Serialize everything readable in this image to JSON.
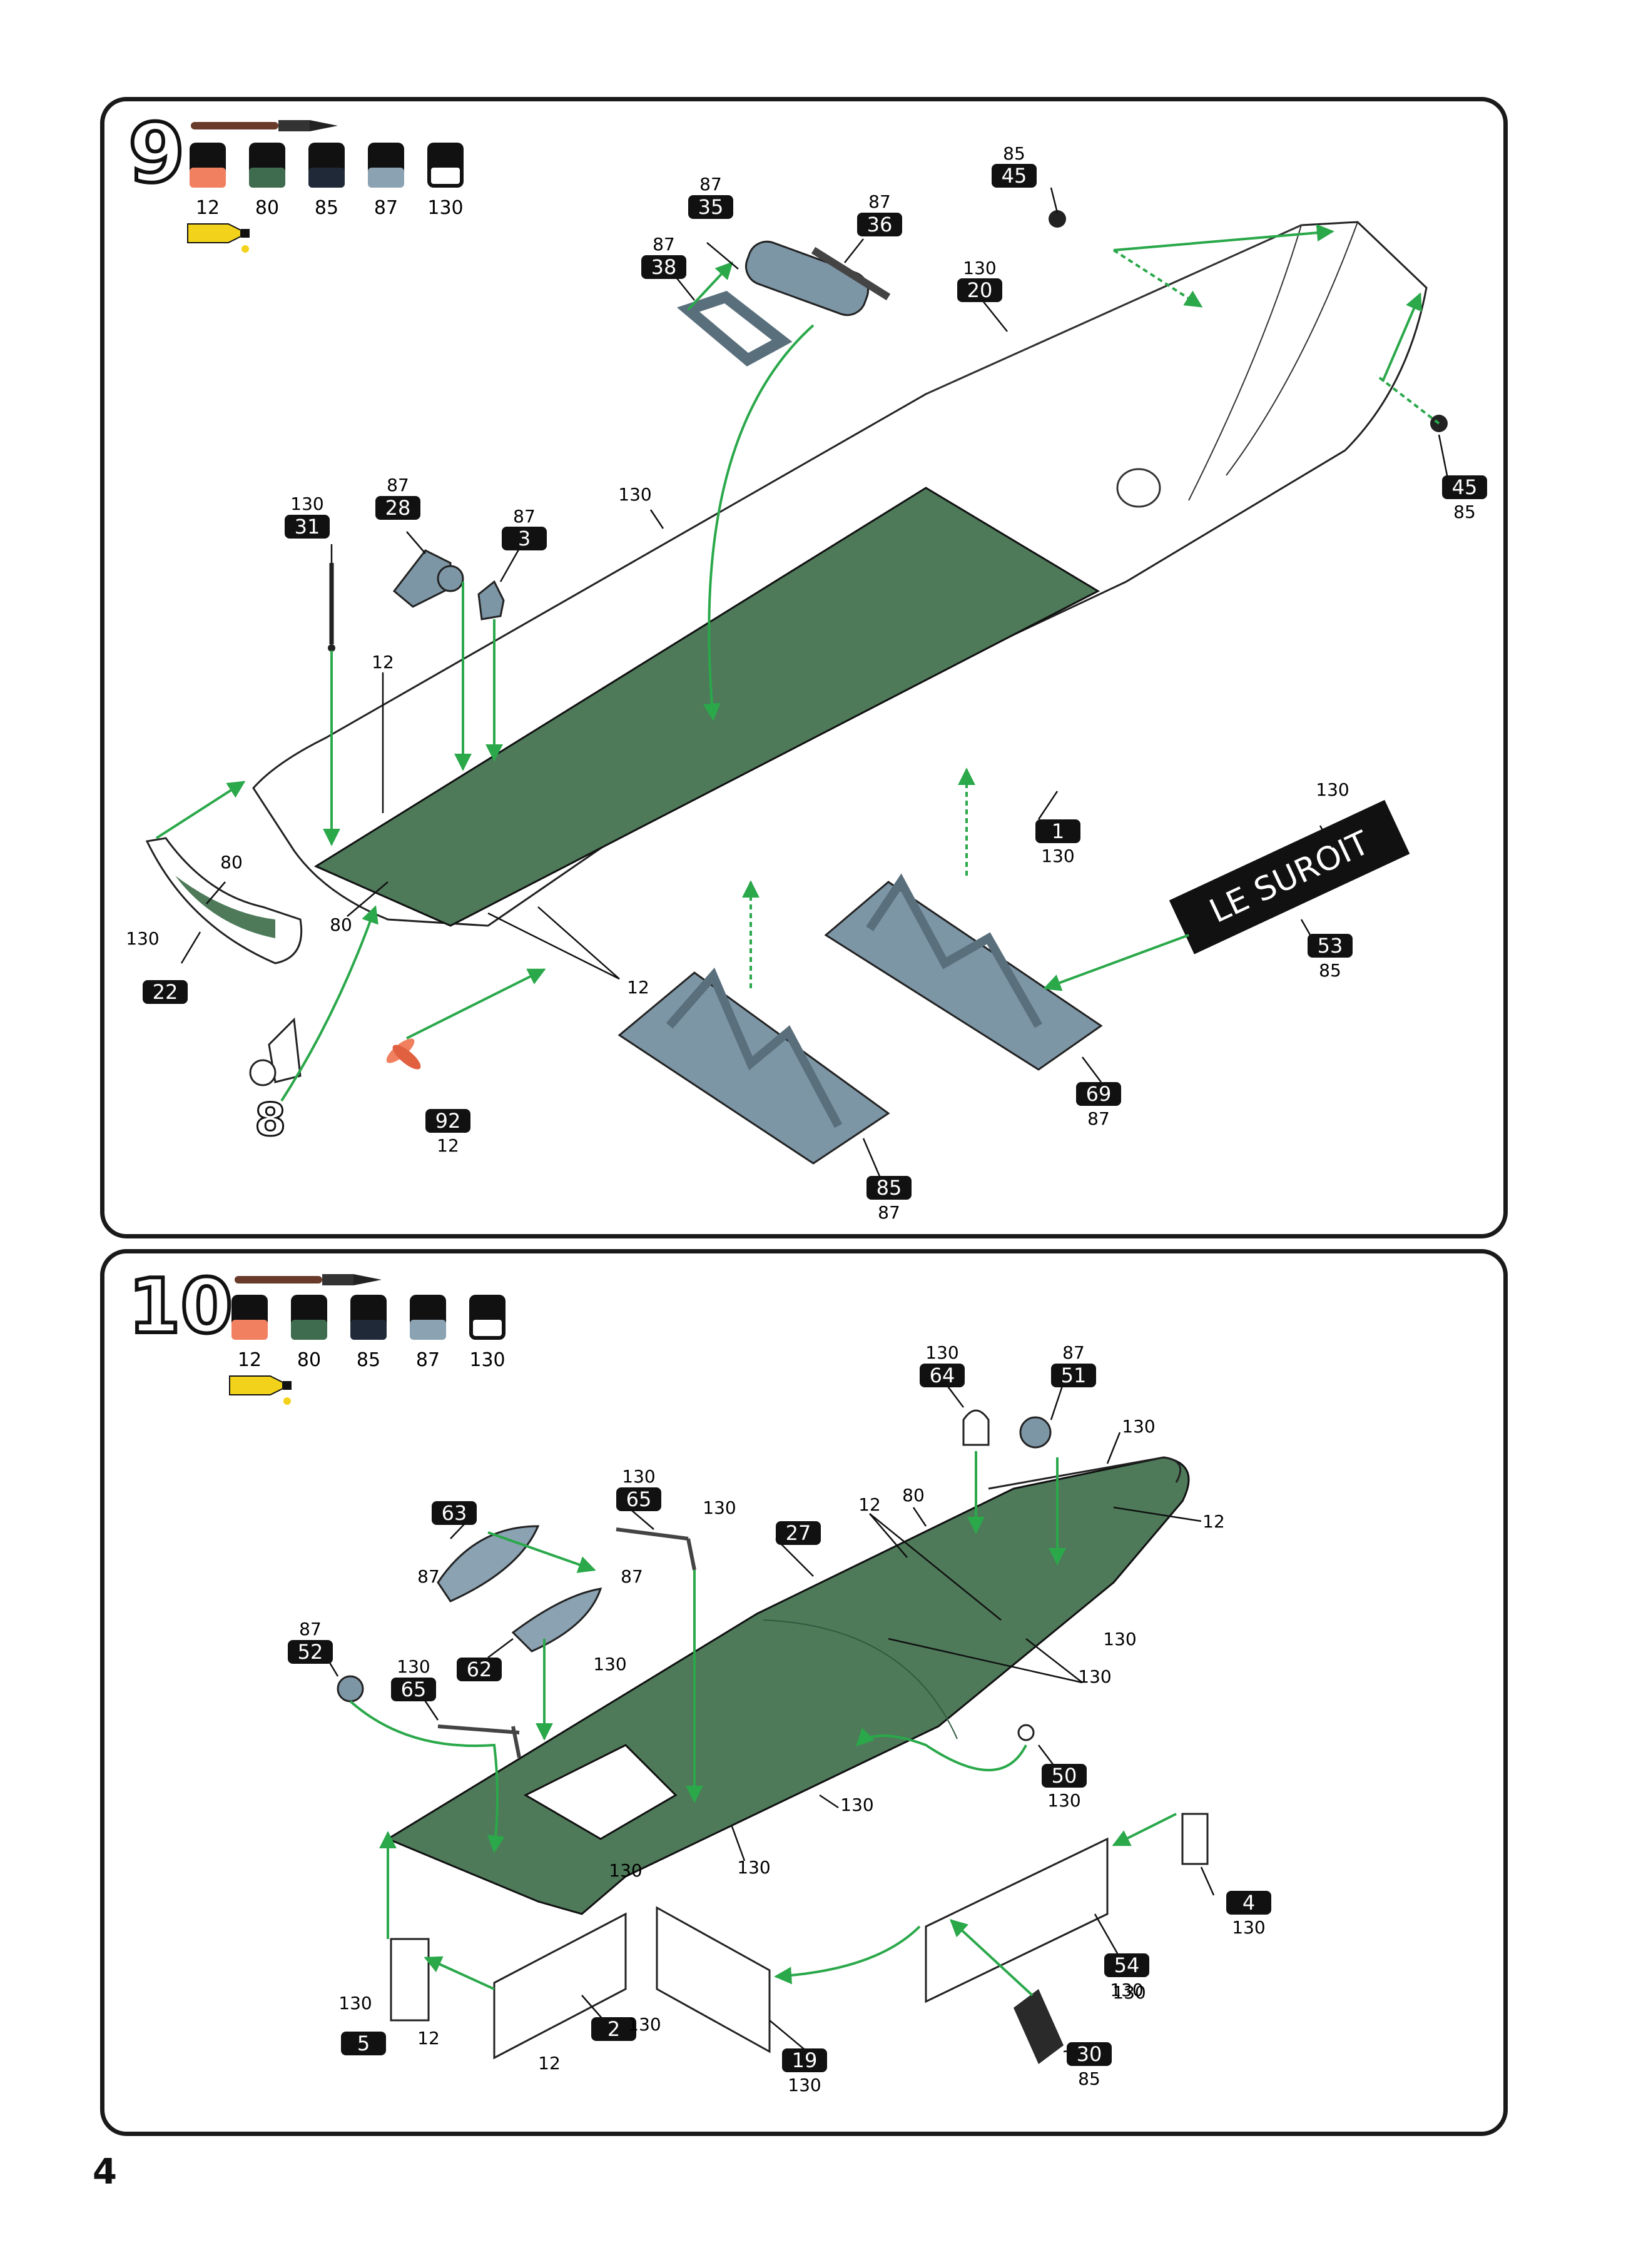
{
  "page_number": "4",
  "colors": {
    "paint_12": "#f08060",
    "paint_80": "#3f6b4e",
    "paint_85": "#111827",
    "paint_87": "#8ba2b2",
    "paint_130": "#ffffff",
    "deck": "#4e7a5a",
    "stand": "#7d96a6",
    "arrow": "#2aa84a",
    "glue": "#f2d21a"
  },
  "steps": [
    {
      "number": "9",
      "paints": [
        "12",
        "80",
        "85",
        "87",
        "130"
      ],
      "parts": [
        {
          "num": "45",
          "color": "85"
        },
        {
          "num": "35",
          "color": "87"
        },
        {
          "num": "36",
          "color": "87"
        },
        {
          "num": "38",
          "color": "87"
        },
        {
          "num": "20",
          "color": "130"
        },
        {
          "num": "28",
          "color": "87"
        },
        {
          "num": "3",
          "color": "87"
        },
        {
          "num": "31",
          "color": "130"
        },
        {
          "num": "45",
          "color": "85"
        },
        {
          "num": "1",
          "color": "130"
        },
        {
          "num": "53",
          "color": "85"
        },
        {
          "num": "22",
          "color": ""
        },
        {
          "num": "92",
          "color": "12"
        },
        {
          "num": "69",
          "color": "87"
        },
        {
          "num": "85",
          "color": "87"
        },
        {
          "num": "8",
          "color": ""
        }
      ],
      "labels": [
        "130",
        "12",
        "80",
        "80",
        "130",
        "12",
        "130"
      ],
      "nameplate": "LE SUROIT"
    },
    {
      "number": "10",
      "paints": [
        "12",
        "80",
        "85",
        "87",
        "130"
      ],
      "parts": [
        {
          "num": "64",
          "color": "130"
        },
        {
          "num": "51",
          "color": "87"
        },
        {
          "num": "65",
          "color": "130"
        },
        {
          "num": "63",
          "color": ""
        },
        {
          "num": "27",
          "color": ""
        },
        {
          "num": "62",
          "color": ""
        },
        {
          "num": "52",
          "color": "87"
        },
        {
          "num": "65",
          "color": "130"
        },
        {
          "num": "50",
          "color": "130"
        },
        {
          "num": "4",
          "color": "130"
        },
        {
          "num": "54",
          "color": "130"
        },
        {
          "num": "5",
          "color": ""
        },
        {
          "num": "2",
          "color": ""
        },
        {
          "num": "19",
          "color": "130"
        },
        {
          "num": "30",
          "color": "85"
        }
      ],
      "labels": [
        "130",
        "80",
        "12",
        "12",
        "87",
        "87",
        "130",
        "130",
        "130",
        "130",
        "130",
        "130",
        "130",
        "130",
        "130",
        "12",
        "12",
        "130"
      ]
    }
  ]
}
